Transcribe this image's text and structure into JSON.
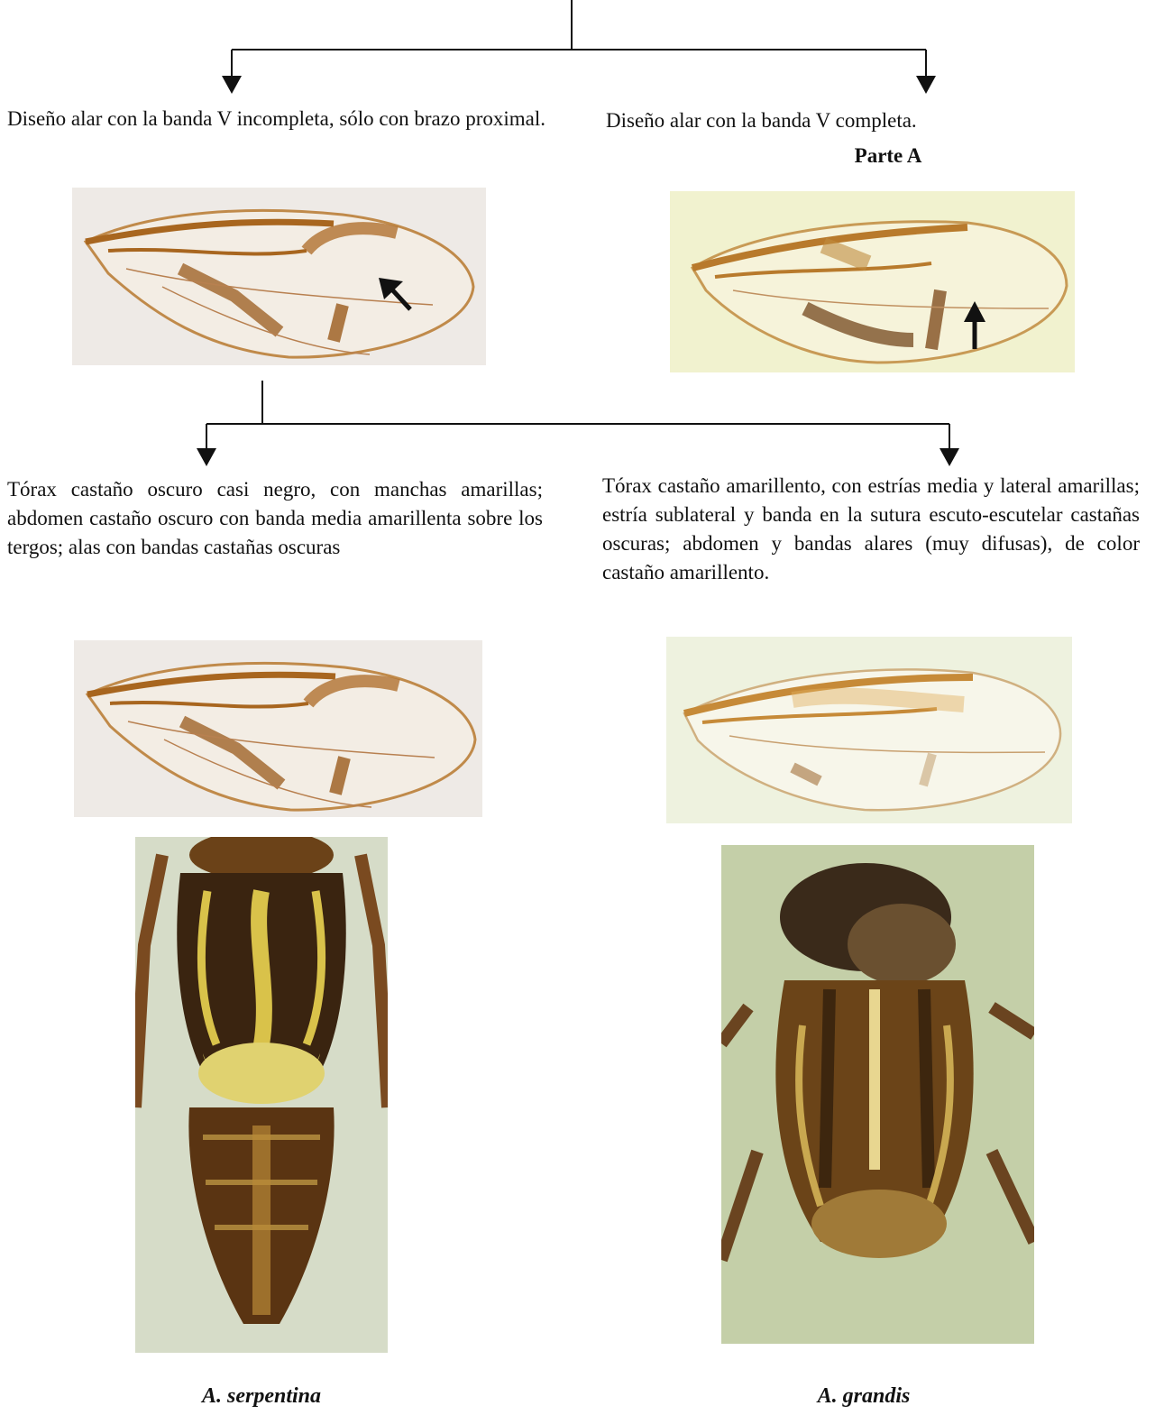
{
  "diagram": {
    "top_left_text": "Diseño alar con la banda V incompleta, sólo con brazo proximal.",
    "top_right_text": "Diseño alar con la banda V completa.",
    "top_right_subtitle": "Parte A",
    "bottom_left_text": "Tórax castaño oscuro casi negro, con manchas amarillas; abdomen castaño oscuro con banda media amarillenta sobre los tergos; alas con bandas castañas oscuras",
    "bottom_right_text": "Tórax castaño amarillento, con estrías media y lateral amarillas; estría sublateral y banda en la sutura escuto-escutelar castañas oscuras; abdomen y bandas alares (muy difusas), de color castaño amarillento.",
    "species_left": "A.  serpentina",
    "species_right": "A. grandis"
  },
  "colors": {
    "line": "#111111",
    "wing_vein": "#a8661f",
    "wing_band": "#9a5a1c",
    "thorax_dark": "#3a2410",
    "thorax_yellow": "#d9c24a"
  }
}
